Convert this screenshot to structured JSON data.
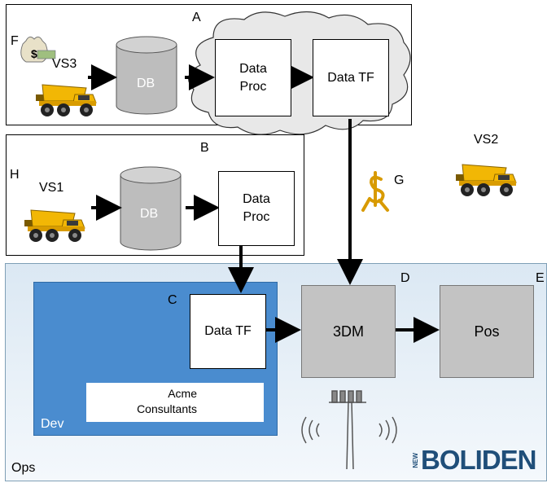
{
  "letters": {
    "a": "A",
    "b": "B",
    "c": "C",
    "d": "D",
    "e": "E",
    "f": "F",
    "g": "G",
    "h": "H"
  },
  "vs": {
    "vs1": "VS1",
    "vs2": "VS2",
    "vs3": "VS3"
  },
  "panel_a": {
    "db": "DB",
    "proc_line1": "Data",
    "proc_line2": "Proc",
    "tf": "Data TF"
  },
  "panel_b": {
    "db": "DB",
    "proc_line1": "Data",
    "proc_line2": "Proc"
  },
  "dev": {
    "tf": "Data TF",
    "label": "Dev",
    "acme_line1": "Acme",
    "acme_line2": "Consultants"
  },
  "ops": {
    "label": "Ops",
    "model": "3DM",
    "pos": "Pos"
  },
  "brand": {
    "name": "BOLIDEN",
    "prefix": "NEW"
  },
  "icons": [
    "money-bag-icon",
    "dump-truck-icon",
    "running-dollar-icon",
    "people-silhouettes-icon",
    "antenna-tower-icon"
  ],
  "colors": {
    "ops_bg": "#dbe8f3",
    "dev_bg": "#4a8ccf",
    "box_gray": "#c3c3c3",
    "truck": "#f2b705",
    "brand": "#1f4e79"
  }
}
